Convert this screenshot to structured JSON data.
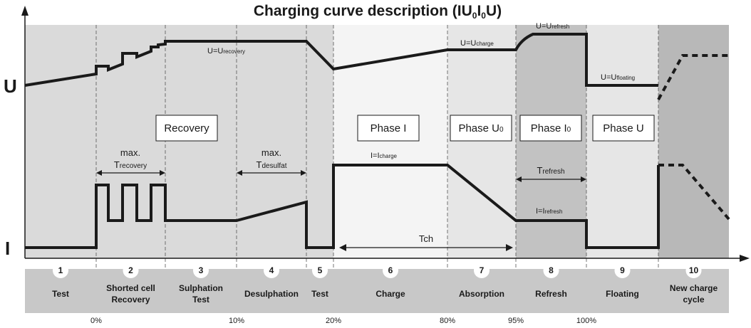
{
  "title": {
    "main": "Charging curve description (IU",
    "sub1": "0",
    "mid": "I",
    "sub2": "0",
    "end": "U)"
  },
  "axes": {
    "u_label": "U",
    "i_label": "I"
  },
  "voltage_labels": {
    "recovery": {
      "main": "U=U",
      "sub": "recovery"
    },
    "charge": {
      "main": "U=U",
      "sub": "charge"
    },
    "refresh": {
      "main": "U=U",
      "sub": "refresh"
    },
    "floating": {
      "main": "U=U",
      "sub": "floating"
    }
  },
  "current_labels": {
    "charge": {
      "main": "I=I",
      "sub": "charge"
    },
    "refresh": {
      "main": "I=I",
      "sub": "refresh"
    }
  },
  "time_labels": {
    "t_recovery": {
      "top": "max.",
      "main": "T",
      "sub": "recovery"
    },
    "t_desulfat": {
      "top": "max.",
      "main": "T",
      "sub": "desulfat"
    },
    "t_refresh": {
      "main": "T",
      "sub": "refresh"
    },
    "tch": "Tch"
  },
  "phase_boxes": [
    {
      "id": "recovery",
      "label": "Recovery",
      "sub": ""
    },
    {
      "id": "phase-i",
      "label": "Phase I",
      "sub": ""
    },
    {
      "id": "phase-u0",
      "label": "Phase U",
      "sub": "0"
    },
    {
      "id": "phase-i0",
      "label": "Phase I",
      "sub": "0"
    },
    {
      "id": "phase-u",
      "label": "Phase U",
      "sub": ""
    }
  ],
  "stages": [
    {
      "num": "1",
      "line1": "Test",
      "line2": ""
    },
    {
      "num": "2",
      "line1": "Shorted cell",
      "line2": "Recovery"
    },
    {
      "num": "3",
      "line1": "Sulphation",
      "line2": "Test"
    },
    {
      "num": "4",
      "line1": "Desulphation",
      "line2": ""
    },
    {
      "num": "5",
      "line1": "Test",
      "line2": ""
    },
    {
      "num": "6",
      "line1": "Charge",
      "line2": ""
    },
    {
      "num": "7",
      "line1": "Absorption",
      "line2": ""
    },
    {
      "num": "8",
      "line1": "Refresh",
      "line2": ""
    },
    {
      "num": "9",
      "line1": "Floating",
      "line2": ""
    },
    {
      "num": "10",
      "line1": "New charge",
      "line2": "cycle"
    }
  ],
  "percent_marks": [
    "0%",
    "10%",
    "20%",
    "80%",
    "95%",
    "100%"
  ],
  "colors": {
    "bg_light_gray": "#dadada",
    "bg_white": "#f6f6f6",
    "bg_mid_gray": "#e5e5e5",
    "bg_dark_gray": "#bcbcbc",
    "stage_bar": "#c8c8c8",
    "line": "#1a1a1a"
  }
}
